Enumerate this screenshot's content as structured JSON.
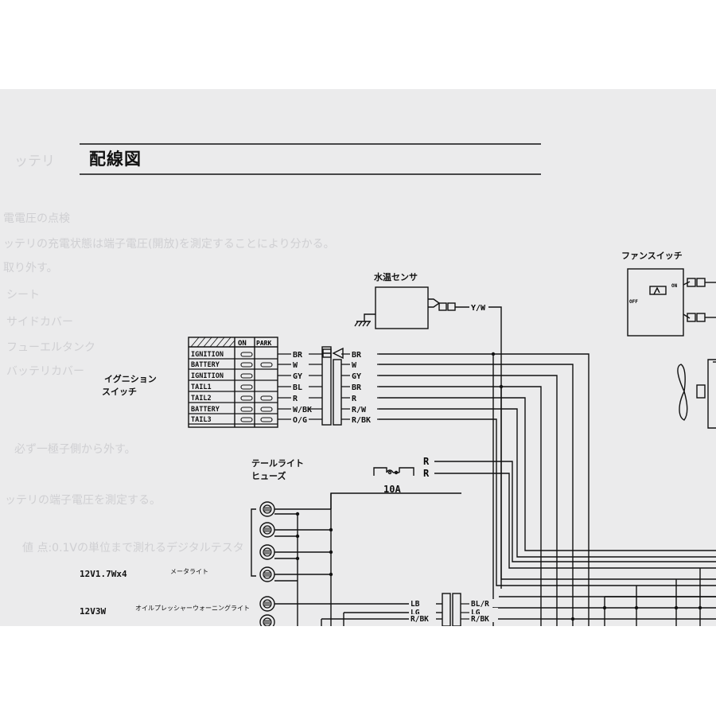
{
  "title": "配線図",
  "ghost_text": [
    "ッテリ",
    "電電圧の点検",
    "ッテリの充電状態は端子電圧(開放)を測定することにより分かる。",
    "取り外す。",
    "シート",
    "サイドカバー",
    "フューエルタンク",
    "バッテリカバー",
    "必ず一極子側から外す。",
    "ッテリの端子電圧を測定する。",
    "値 点:0.1Vの単位まで測れるデジタルテスタ"
  ],
  "components": {
    "water_temp_sensor": "水温センサ",
    "fan_switch": "ファンスイッチ",
    "fan_switch_off": "OFF",
    "fan_switch_on": "ON",
    "ignition_switch_line1": "イグニション",
    "ignition_switch_line2": "スイッチ",
    "taillight_fuse_line1": "テールライト",
    "taillight_fuse_line2": "ヒューズ",
    "fuse_rating": "10A",
    "bulb_meter_rating": "12V1.7Wx4",
    "bulb_meter_name": "メータライト",
    "bulb_oil_rating": "12V3W",
    "bulb_oil_name": "オイルプレッシャーウォーニングライト"
  },
  "switch_table": {
    "header": [
      "ON",
      "PARK"
    ],
    "rows": [
      "IGNITION",
      "BATTERY",
      "IGNITION",
      "TAIL1",
      "TAIL2",
      "BATTERY",
      "TAIL3"
    ]
  },
  "wires": {
    "sensor_out": "Y/W",
    "switch_left": [
      "BR",
      "W",
      "GY",
      "BL",
      "R",
      "W/BK",
      "O/G"
    ],
    "switch_right": [
      "BR",
      "W",
      "GY",
      "BR",
      "R",
      "R/W",
      "R/BK"
    ],
    "fuse": [
      "R",
      "R"
    ],
    "connector_left": [
      "LB",
      "LG",
      "R/BK"
    ],
    "connector_right": [
      "BL/R",
      "LG",
      "R/BK"
    ]
  }
}
